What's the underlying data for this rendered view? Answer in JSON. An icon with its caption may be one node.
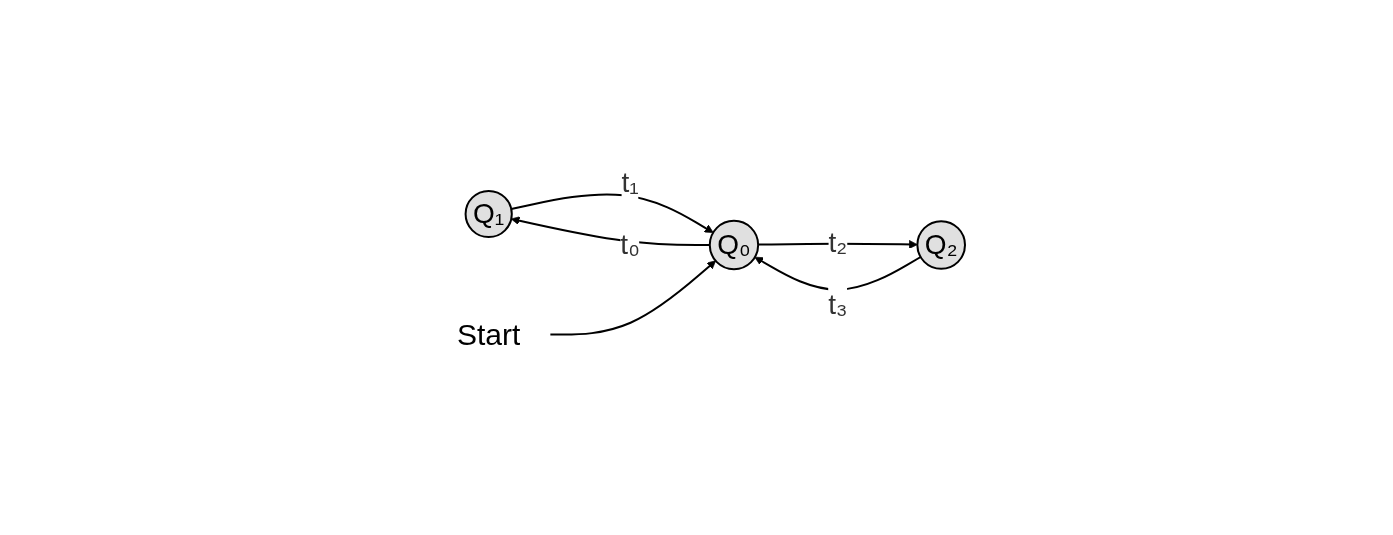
{
  "diagram": {
    "nodes": [
      {
        "text": [
          "Q₁"
        ]
      },
      {
        "text": [
          "Q₀"
        ]
      },
      {
        "text": [
          "Q₂"
        ]
      },
      {
        "text": [
          "Start"
        ]
      }
    ],
    "edges": [
      {
        "from": 0,
        "to": 1,
        "arrow": "to",
        "label": "t₁"
      },
      {
        "from": 1,
        "to": 0,
        "arrow": "to",
        "label": "t₀"
      },
      {
        "from": 1,
        "to": 2,
        "arrow": "to",
        "label": "t₂"
      },
      {
        "from": 2,
        "to": 1,
        "arrow": "to",
        "label": "t₃"
      },
      {
        "from": 3,
        "to": 1,
        "arrow": "to"
      }
    ]
  }
}
